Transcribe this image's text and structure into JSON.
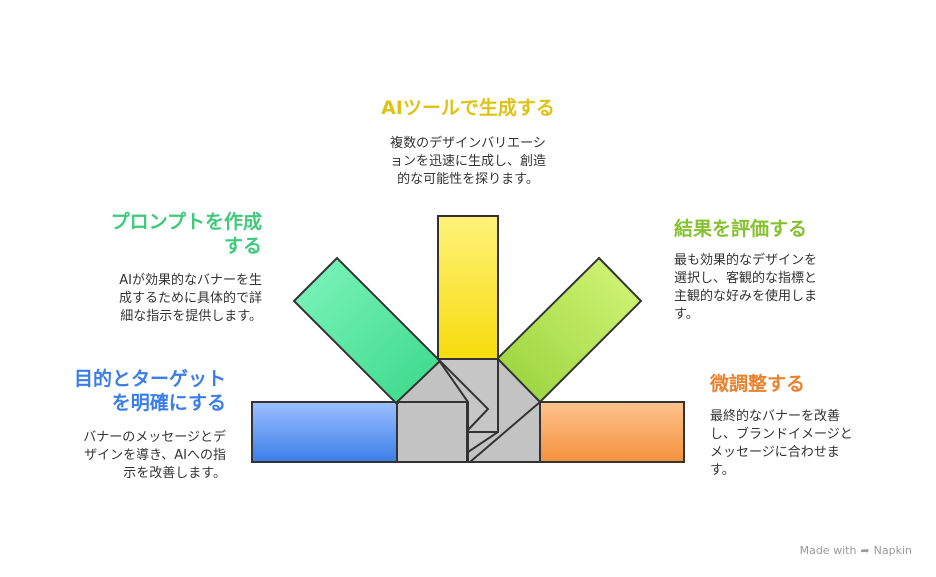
{
  "steps": {
    "ai_generate": {
      "title": "AIツールで生成する",
      "desc": "複数のデザインバリエーシ\nョンを迅速に生成し、創造\n的な可能性を探ります。"
    },
    "prompt": {
      "title": "プロンプトを作成\nする",
      "desc": "AIが効果的なバナーを生\n成するために具体的で詳\n細な指示を提供します。"
    },
    "evaluate": {
      "title": "結果を評価する",
      "desc": "最も効果的なデザインを\n選択し、客観的な指標と\n主観的な好みを使用しま\nす。"
    },
    "goal": {
      "title": "目的とターゲット\nを明確にする",
      "desc": "バナーのメッセージとデ\nザインを導き、AIへの指\n示を改善します。"
    },
    "finetune": {
      "title": "微調整する",
      "desc": "最終的なバナーを改善\nし、ブランドイメージと\nメッセージに合わせま\nす。"
    }
  },
  "colors": {
    "ai_generate": "#dfc213",
    "prompt": "#3ec97b",
    "evaluate": "#86c132",
    "goal": "#3b7ee8",
    "finetune": "#e8822e",
    "center": "#c4c4c4",
    "stroke": "#333333"
  },
  "footer": {
    "made_with": "Made with",
    "brand": "Napkin",
    "icon": "napkin-logo-icon"
  }
}
